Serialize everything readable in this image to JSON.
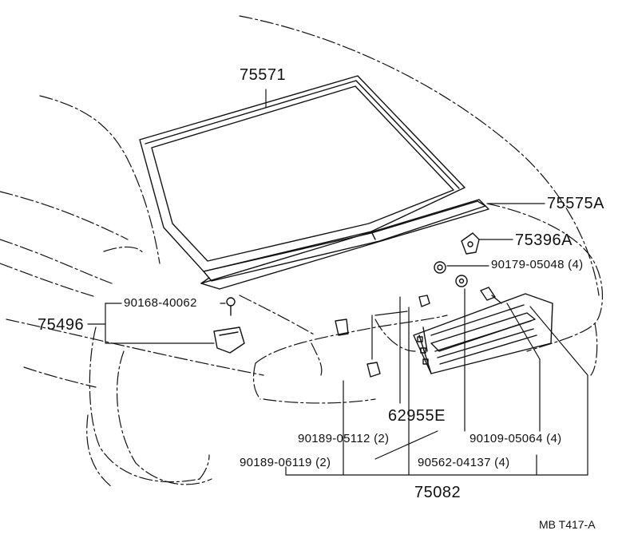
{
  "labels": {
    "windshield_molding": "75571",
    "cowl_molding": "75575A",
    "clip_a": "75396A",
    "nut": "90179-05048 (4)",
    "screw": "90168-40062",
    "bracket": "75496",
    "clip_b": "62955E",
    "clip_c": "90189-05112 (2)",
    "bolt": "90109-05064 (4)",
    "clip_d": "90189-06119 (2)",
    "washer": "90562-04137 (4)",
    "assembly": "75082",
    "figure_id": "MB T417-A"
  }
}
